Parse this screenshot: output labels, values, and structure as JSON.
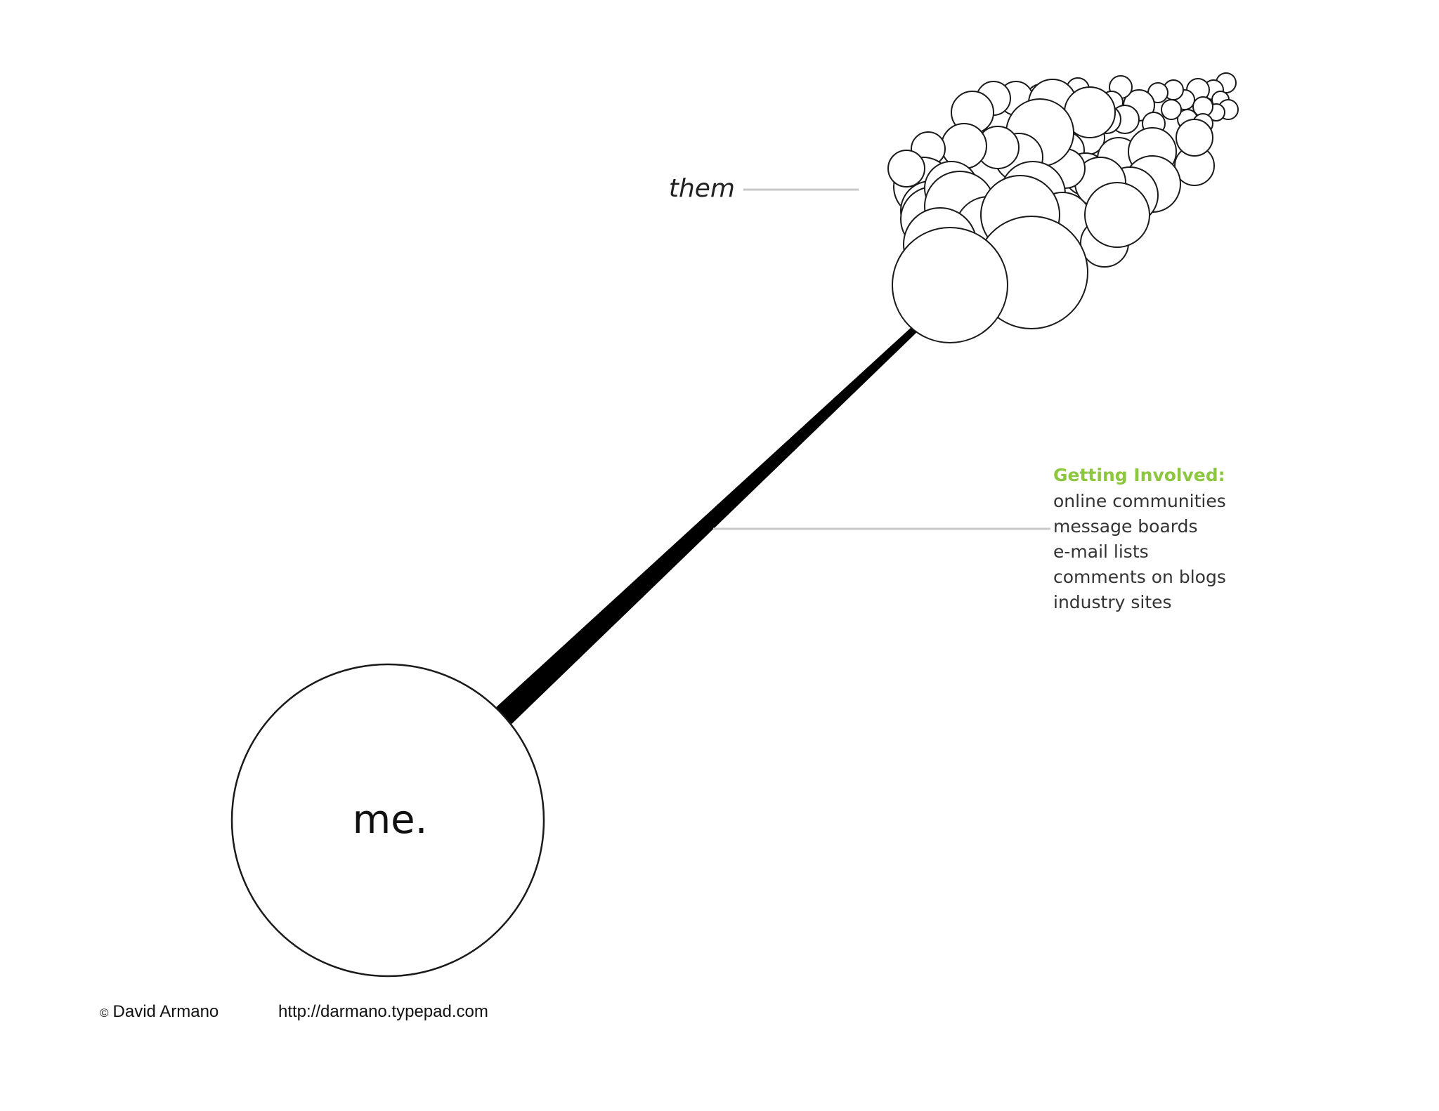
{
  "nodes": {
    "me": "me.",
    "them": "them"
  },
  "callout": {
    "title": "Getting Involved:",
    "title_color": "#8dc63f",
    "items": [
      "online communities",
      "message boards",
      "e-mail lists",
      "comments on blogs",
      "industry sites"
    ]
  },
  "footer": {
    "copyright_symbol": "©",
    "author": "David Armano",
    "url": "http://darmano.typepad.com"
  },
  "colors": {
    "stroke": "#1a1a1a",
    "leader_line": "#c8c8c8",
    "connector": "#000000"
  }
}
